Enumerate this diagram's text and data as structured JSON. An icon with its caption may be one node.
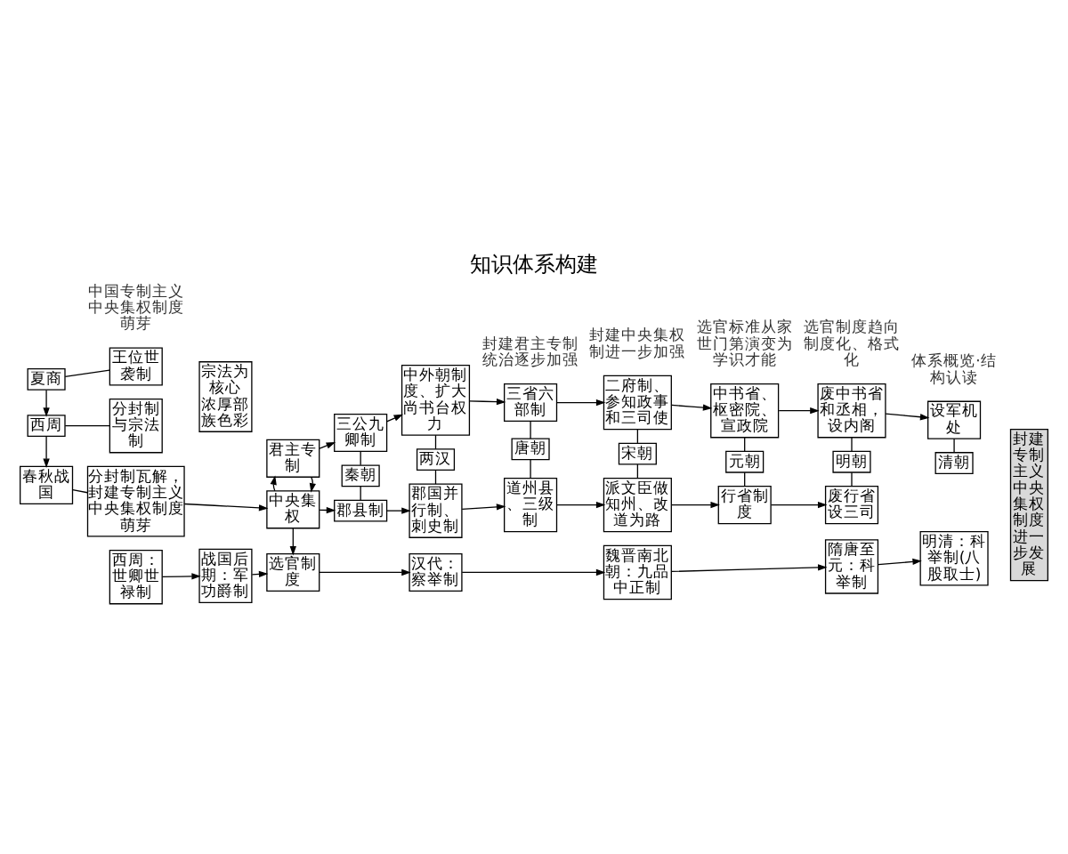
{
  "diagram": {
    "title": "知识体系构建",
    "nodes": [
      {
        "text": [
          "夏商"
        ]
      },
      {
        "text": [
          "西周"
        ]
      },
      {
        "text": [
          "春秋战国"
        ]
      },
      {
        "text": [
          "王位世袭制"
        ]
      },
      {
        "text": [
          "分封制与宗法制"
        ]
      },
      {
        "text": [
          "宗法为核心",
          "浓厚部族色彩"
        ]
      },
      {
        "text": [
          "分封制瓦解，封建专制主义中央集权制度萌芽"
        ]
      },
      {
        "text": [
          "西周：世卿世禄制"
        ]
      },
      {
        "text": [
          "战国后期：军功爵制"
        ]
      },
      {
        "text": [
          "君主专制"
        ]
      },
      {
        "text": [
          "中央集权"
        ]
      },
      {
        "text": [
          "选官制度"
        ]
      },
      {
        "text": [
          "三公九卿制"
        ]
      },
      {
        "text": [
          "秦朝"
        ]
      },
      {
        "text": [
          "郡县制"
        ]
      },
      {
        "text": [
          "中外朝制度、扩大尚书台权力"
        ]
      },
      {
        "text": [
          "两汉"
        ]
      },
      {
        "text": [
          "郡国并行制、刺史制"
        ]
      },
      {
        "text": [
          "三省六部制"
        ]
      },
      {
        "text": [
          "唐朝"
        ]
      },
      {
        "text": [
          "道州县、三级制"
        ]
      },
      {
        "text": [
          "二府制、参知政事和三司使"
        ]
      },
      {
        "text": [
          "宋朝"
        ]
      },
      {
        "text": [
          "派文臣做知州、改道为路"
        ]
      },
      {
        "text": [
          "中书省、枢密院、宣政院"
        ]
      },
      {
        "text": [
          "元朝"
        ]
      },
      {
        "text": [
          "行省制度"
        ]
      },
      {
        "text": [
          "废中书省和丞相，设内阁"
        ]
      },
      {
        "text": [
          "明朝"
        ]
      },
      {
        "text": [
          "废行省设三司"
        ]
      },
      {
        "text": [
          "设军机处"
        ]
      },
      {
        "text": [
          "清朝"
        ]
      },
      {
        "text": [
          "汉代：察举制"
        ]
      },
      {
        "text": [
          "魏晋南北朝：九品中正制"
        ]
      },
      {
        "text": [
          "隋唐至元：科举制"
        ]
      },
      {
        "text": [
          "明清：科举制(八股取士)"
        ]
      },
      {
        "text": [
          "封建专制主义中央集权制度进一步发展"
        ]
      }
    ],
    "edges": [
      {
        "from": 0,
        "to": 1,
        "arrow": "to"
      },
      {
        "from": 1,
        "to": 2,
        "arrow": "to"
      },
      {
        "from": 0,
        "to": 3,
        "arrow": "none"
      },
      {
        "from": 1,
        "to": 4,
        "arrow": "none"
      },
      {
        "from": 2,
        "to": 6,
        "arrow": "none"
      },
      {
        "from": 6,
        "to": 10,
        "arrow": "to"
      },
      {
        "from": 9,
        "to": 10,
        "arrow": "to"
      },
      {
        "from": 10,
        "to": 9,
        "arrow": "to"
      },
      {
        "from": 10,
        "to": 11,
        "arrow": "to"
      },
      {
        "from": 7,
        "to": 8,
        "arrow": "to"
      },
      {
        "from": 8,
        "to": 11,
        "arrow": "to"
      },
      {
        "from": 9,
        "to": 12,
        "arrow": "to"
      },
      {
        "from": 12,
        "to": 15,
        "arrow": "to"
      },
      {
        "from": 15,
        "to": 18,
        "arrow": "to"
      },
      {
        "from": 18,
        "to": 21,
        "arrow": "to"
      },
      {
        "from": 21,
        "to": 24,
        "arrow": "to"
      },
      {
        "from": 24,
        "to": 27,
        "arrow": "to"
      },
      {
        "from": 27,
        "to": 30,
        "arrow": "to"
      },
      {
        "from": 12,
        "to": 13,
        "arrow": "none"
      },
      {
        "from": 13,
        "to": 14,
        "arrow": "none"
      },
      {
        "from": 15,
        "to": 16,
        "arrow": "none"
      },
      {
        "from": 16,
        "to": 17,
        "arrow": "none"
      },
      {
        "from": 18,
        "to": 19,
        "arrow": "none"
      },
      {
        "from": 19,
        "to": 20,
        "arrow": "none"
      },
      {
        "from": 21,
        "to": 22,
        "arrow": "none"
      },
      {
        "from": 22,
        "to": 23,
        "arrow": "none"
      },
      {
        "from": 24,
        "to": 25,
        "arrow": "none"
      },
      {
        "from": 25,
        "to": 26,
        "arrow": "none"
      },
      {
        "from": 27,
        "to": 28,
        "arrow": "none"
      },
      {
        "from": 28,
        "to": 29,
        "arrow": "none"
      },
      {
        "from": 30,
        "to": 31,
        "arrow": "none"
      },
      {
        "from": 10,
        "to": 14,
        "arrow": "to"
      },
      {
        "from": 14,
        "to": 17,
        "arrow": "to"
      },
      {
        "from": 17,
        "to": 20,
        "arrow": "to"
      },
      {
        "from": 20,
        "to": 23,
        "arrow": "to"
      },
      {
        "from": 23,
        "to": 26,
        "arrow": "to"
      },
      {
        "from": 26,
        "to": 29,
        "arrow": "to"
      },
      {
        "from": 11,
        "to": 32,
        "arrow": "to"
      },
      {
        "from": 32,
        "to": 33,
        "arrow": "to"
      },
      {
        "from": 33,
        "to": 34,
        "arrow": "to"
      },
      {
        "from": 34,
        "to": 35,
        "arrow": "to"
      }
    ],
    "labels": [
      "体系概览·结构认读",
      "中国专制主义中央集权制度萌芽",
      "封建君主专制统治逐步加强",
      "封建中央集权制进一步加强",
      "选官标准从家世门第演变为学识才能",
      "选官制度趋向制度化、格式化"
    ]
  }
}
